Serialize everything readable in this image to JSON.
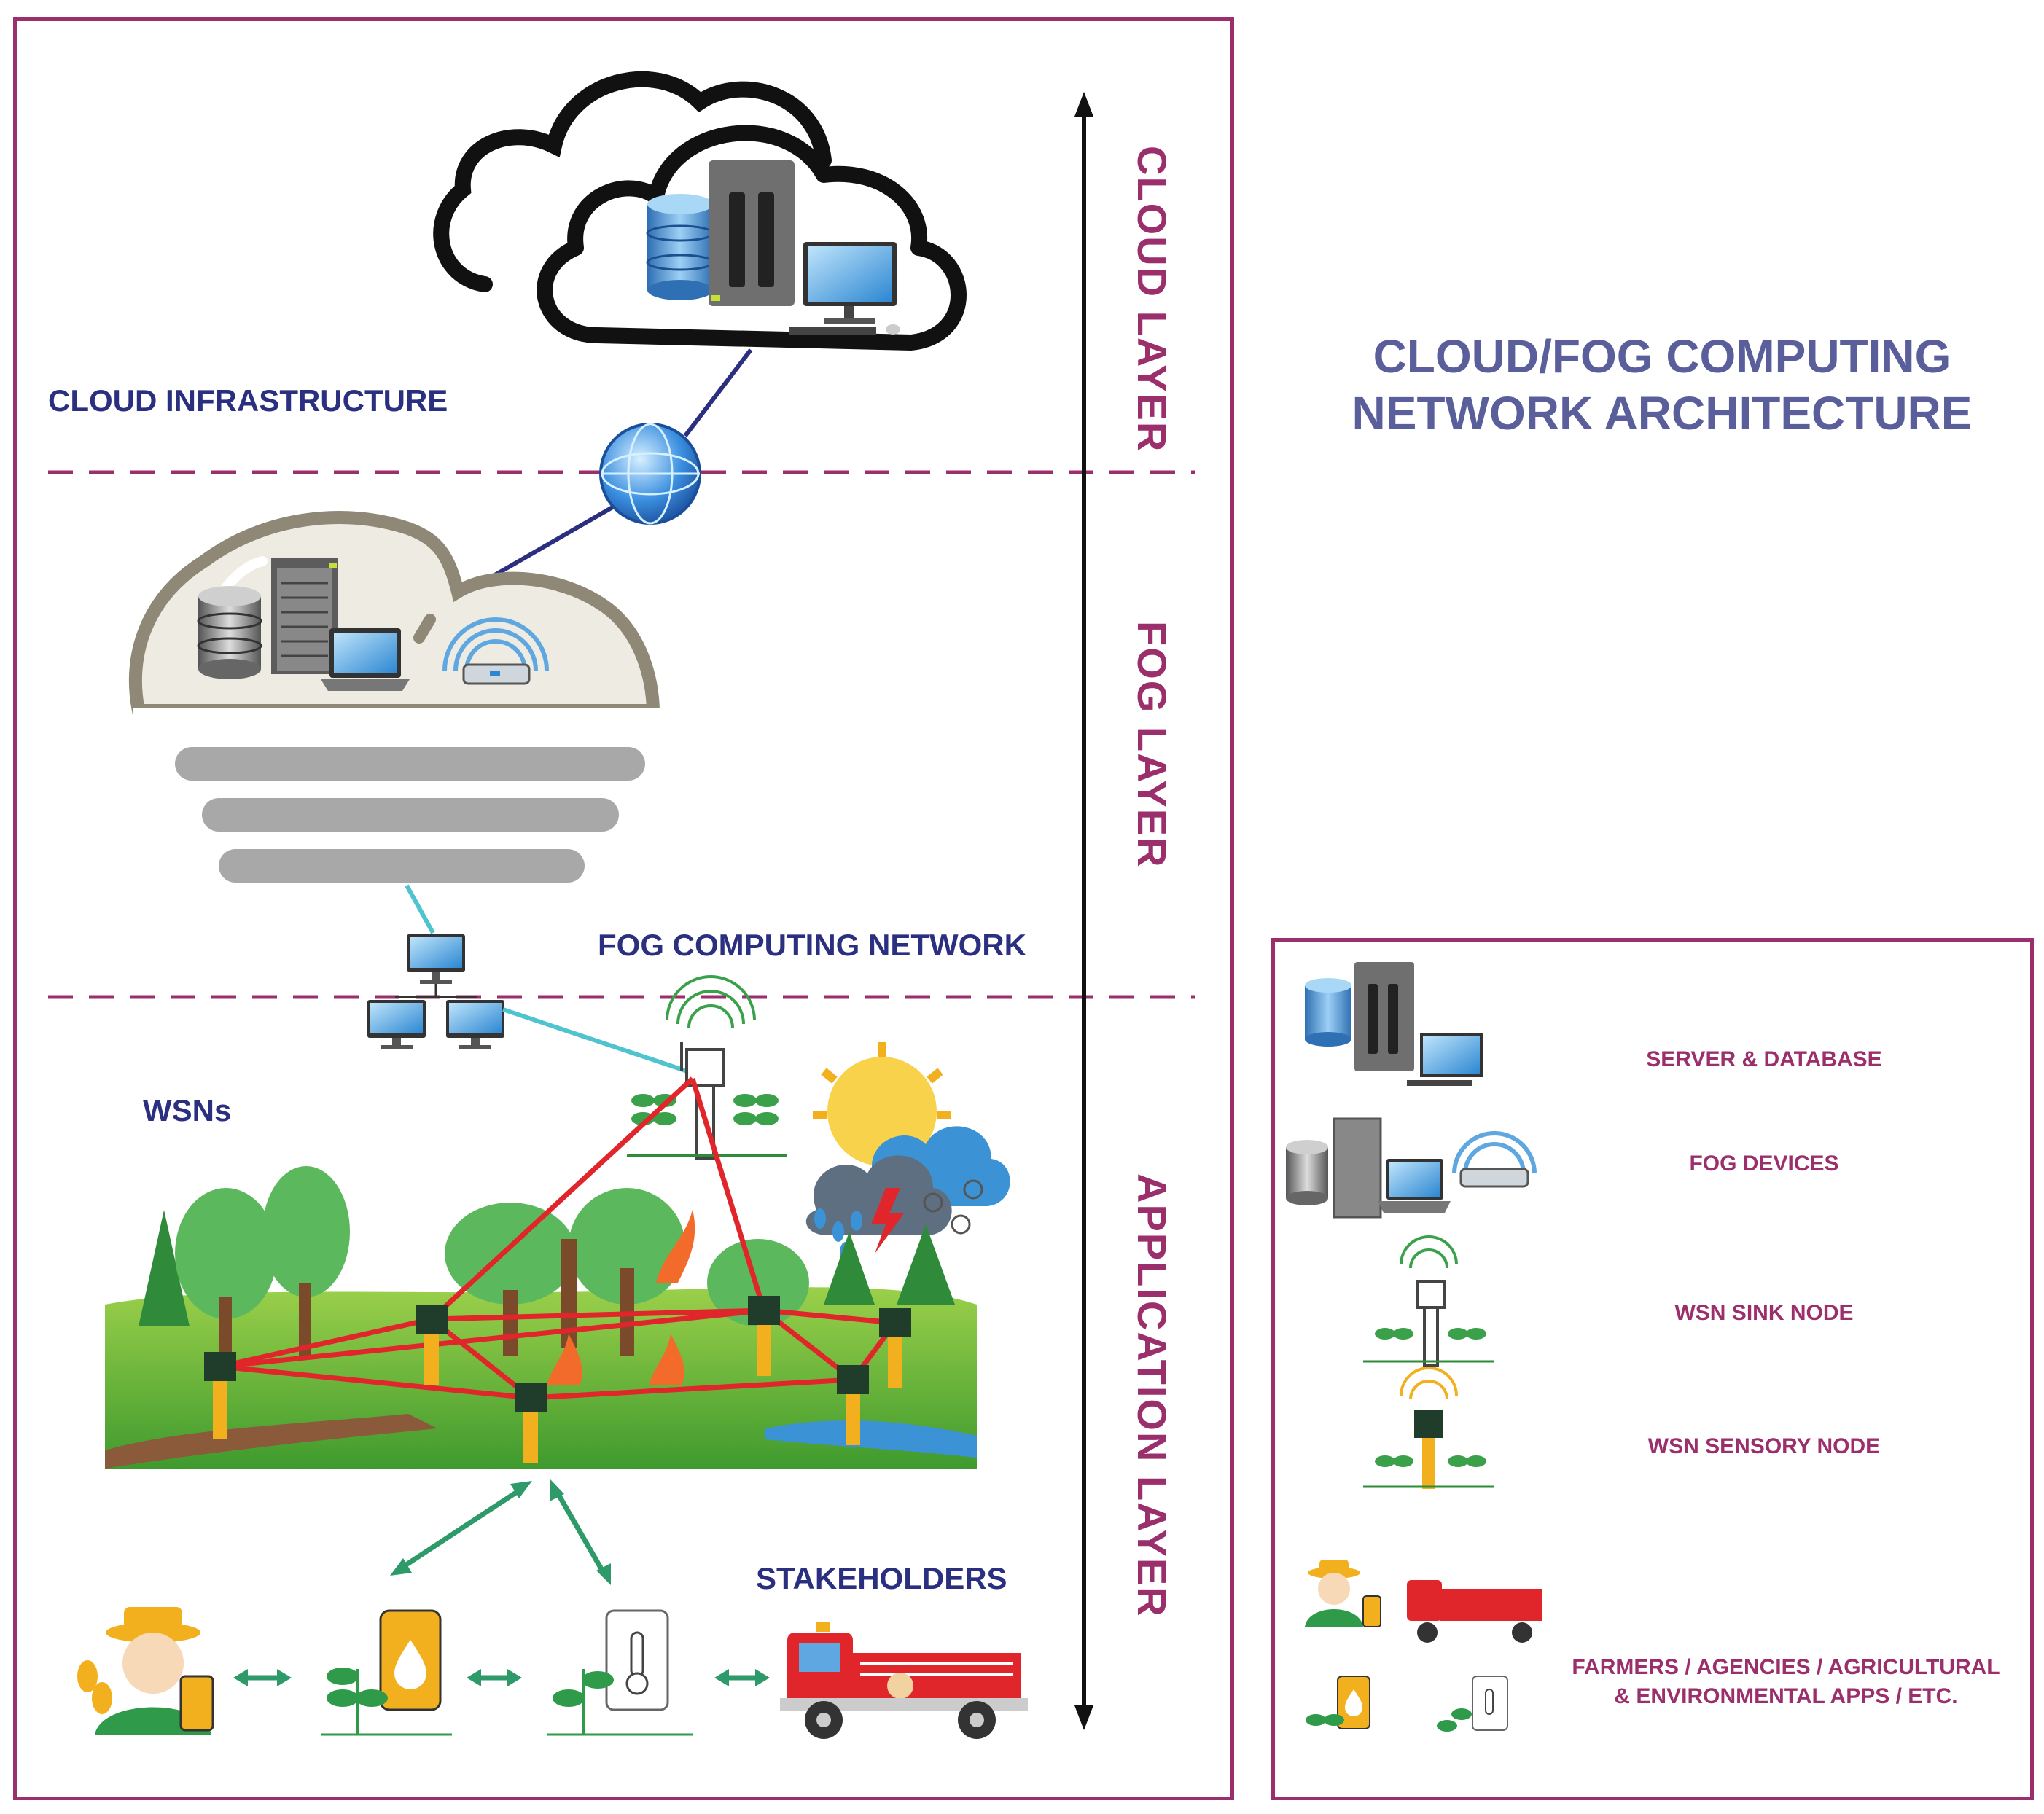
{
  "title": {
    "line1": "CLOUD/FOG COMPUTING",
    "line2": "NETWORK ARCHITECTURE"
  },
  "layers": {
    "cloud": "CLOUD LAYER",
    "fog": "FOG LAYER",
    "application": "APPLICATION LAYER"
  },
  "labels": {
    "cloud_infrastructure": "CLOUD INFRASTRUCTURE",
    "fog_network": "FOG COMPUTING NETWORK",
    "wsns": "WSNs",
    "stakeholders": "STAKEHOLDERS"
  },
  "legend": {
    "server_database": "SERVER & DATABASE",
    "fog_devices": "FOG DEVICES",
    "sink_node": "WSN SINK NODE",
    "sensory_node": "WSN SENSORY NODE",
    "stakeholders_line1": "FARMERS / AGENCIES / AGRICULTURAL",
    "stakeholders_line2": "& ENVIRONMENTAL APPS / ETC."
  },
  "colors": {
    "frame": "#9b2f6b",
    "navy": "#2b2f7f",
    "title": "#5a5e9a",
    "wsn_link": "#e0262b",
    "stakeholder_link": "#2e9a6a",
    "fog_link": "#4fc3cf"
  },
  "icons": [
    "cloud-icon",
    "server-icon",
    "database-icon",
    "monitor-icon",
    "globe-icon",
    "router-icon",
    "laptop-icon",
    "network-computer-icon",
    "sensor-node-icon",
    "sink-node-icon",
    "weather-icon",
    "fire-truck-icon",
    "farmer-icon",
    "smartphone-icon",
    "thermometer-app-icon"
  ]
}
